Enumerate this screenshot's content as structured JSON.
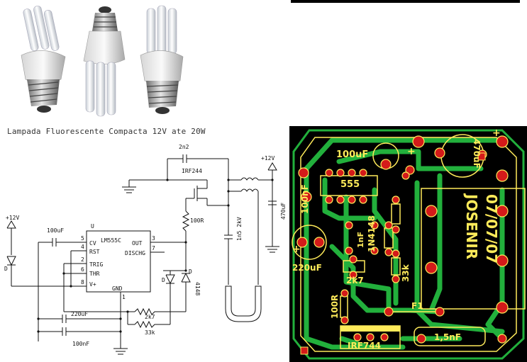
{
  "caption": "Lampada Fluorescente Compacta 12V ate 20W",
  "colors": {
    "pcb_background": "#000000",
    "pcb_trace": "#22b03c",
    "pcb_silkscreen": "#ffeb5a",
    "pcb_pad": "#d41a1a"
  },
  "icons": [
    "cfl-bulb-icon",
    "cfl-bulb-icon",
    "cfl-bulb-icon"
  ],
  "schematic": {
    "ic_ref": "U",
    "ic_part": "LM555C",
    "pin_cv": "CV",
    "pin_rst": "RST",
    "pin_trig": "TRIG",
    "pin_thr": "THR",
    "pin_vplus": "V+",
    "pin_out": "OUT",
    "pin_dischg": "DISCHG",
    "pin_gnd": "GND",
    "pin5": "5",
    "pin4": "4",
    "pin2": "2",
    "pin6": "6",
    "pin8": "8",
    "pin3": "3",
    "pin7": "7",
    "pin1": "1",
    "vcc_left": "+12V",
    "vcc_right": "+12V",
    "c_100uf": "100uF",
    "c_220uf": "220uF",
    "c_100nf": "100nF",
    "c_2n2": "2n2",
    "c_1n5": "1n5 2kV",
    "c_470uf": "470uF",
    "mosfet": "IRF244",
    "r_100r": "100R",
    "r_2k7": "2k7",
    "r_33k": "33k",
    "diode_ref": "D",
    "diode_part": "4148",
    "led_left": "D",
    "led_mid": "D"
  },
  "pcb": {
    "c_100uf": "100uF",
    "c_470uf": "470uF",
    "c_100nf": "100nF",
    "ic_555": "555",
    "c_1nf": "1nF",
    "d_1n4148": "1N4148",
    "c_220uf": "220uF",
    "r_2k7": "2k7",
    "r_33k": "33k",
    "r_100r": "100R",
    "fuse": "F1",
    "mosfet": "IRF744",
    "c_1_5nf": "1,5nF",
    "author": "JOSENIR",
    "date": "07/07/07",
    "plus_a": "+",
    "plus_b": "+",
    "plus_c": "+"
  }
}
